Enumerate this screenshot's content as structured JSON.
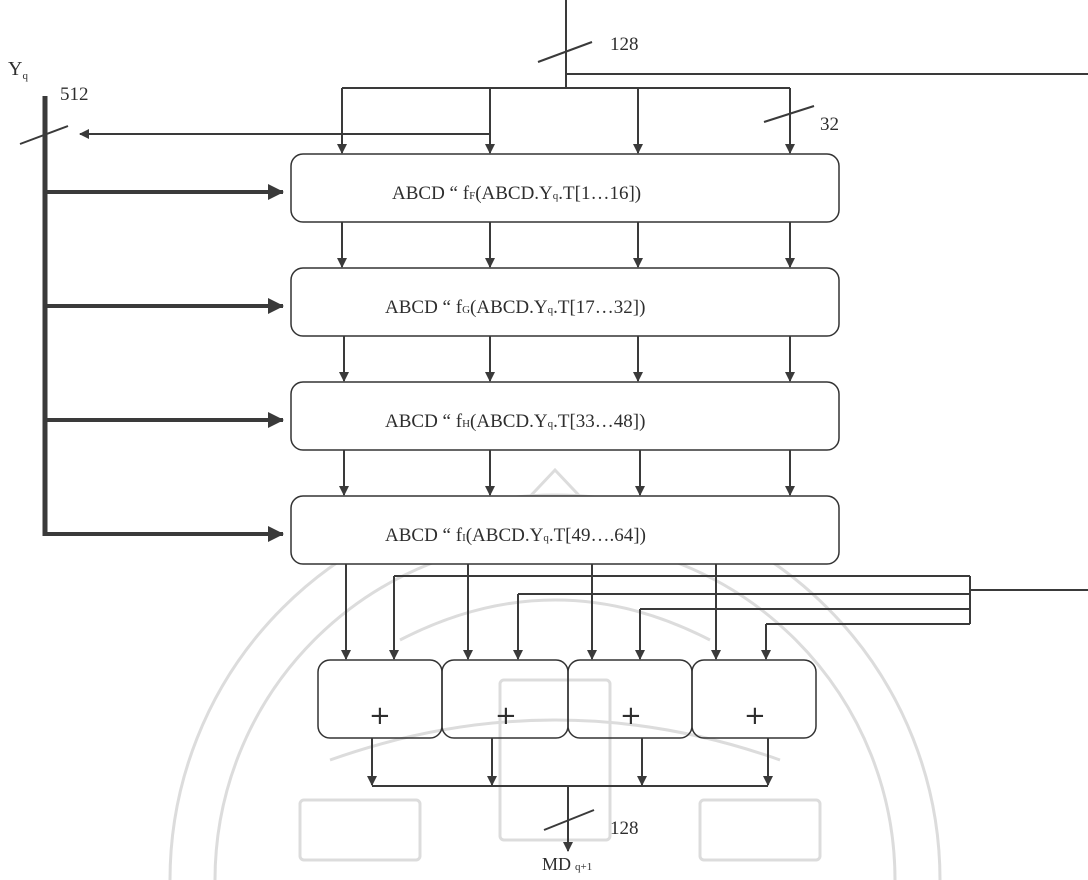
{
  "labels": {
    "input_bits": "128",
    "yq_main": "Y",
    "yq_sub": "q",
    "yq_bits": "512",
    "word_bits": "32",
    "output_bits": "128",
    "output_main": "MD",
    "output_sub": "q+1"
  },
  "rounds": [
    {
      "prefix": "ABCD “ f",
      "func": "F",
      "mid": "(ABCD.Y",
      "ysub": "q",
      "tail": ".T[1…16])"
    },
    {
      "prefix": "ABCD “ f",
      "func": "G",
      "mid": "(ABCD.Y",
      "ysub": "q",
      "tail": ".T[17…32])"
    },
    {
      "prefix": "ABCD “ f",
      "func": "H",
      "mid": "(ABCD.Y",
      "ysub": "q",
      "tail": ".T[33…48])"
    },
    {
      "prefix": "ABCD “ f",
      "func": "I",
      "mid": "(ABCD.Y",
      "ysub": "q",
      "tail": ".T[49….64])"
    }
  ],
  "adders": [
    "+",
    "+",
    "+",
    "+"
  ],
  "colors": {
    "line": "#3a3a3a",
    "box_border": "#333333",
    "watermark": "#d9d9d9"
  }
}
